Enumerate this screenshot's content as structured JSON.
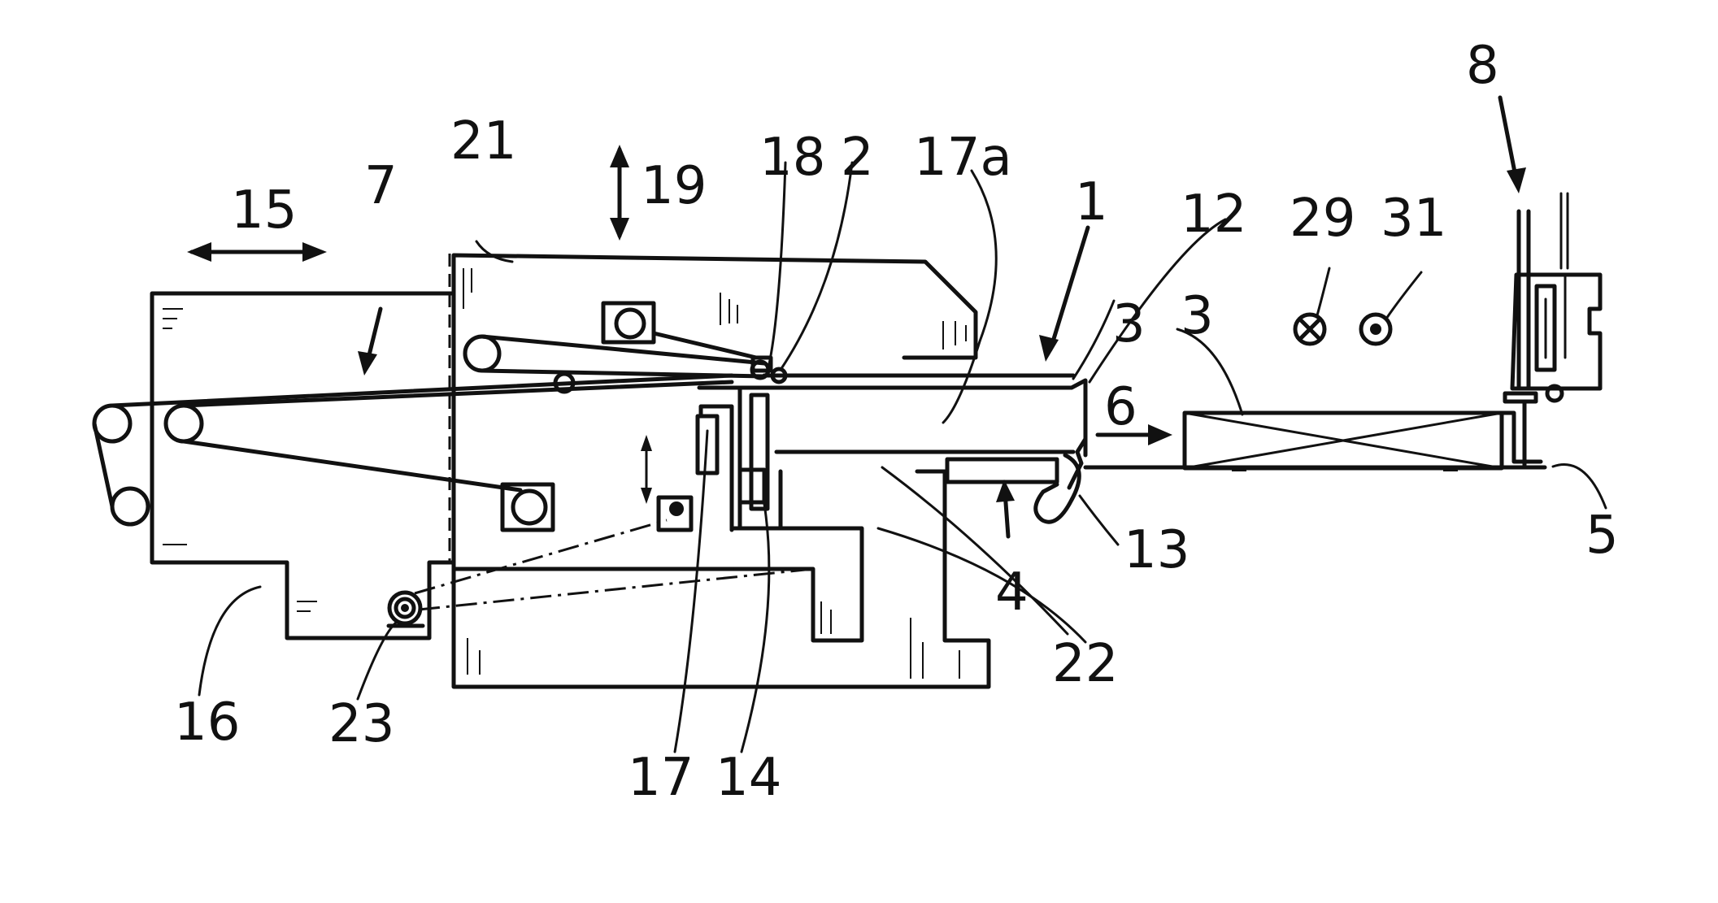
{
  "figure": {
    "labels": {
      "l1": "1",
      "l2": "2",
      "l3a": "3",
      "l3b": "3",
      "l4": "4",
      "l5": "5",
      "l6": "6",
      "l7": "7",
      "l8": "8",
      "l12": "12",
      "l13": "13",
      "l14": "14",
      "l15": "15",
      "l16": "16",
      "l17": "17",
      "l17a": "17a",
      "l18": "18",
      "l19": "19",
      "l21": "21",
      "l22": "22",
      "l23": "23",
      "l29": "29",
      "l31": "31"
    }
  }
}
